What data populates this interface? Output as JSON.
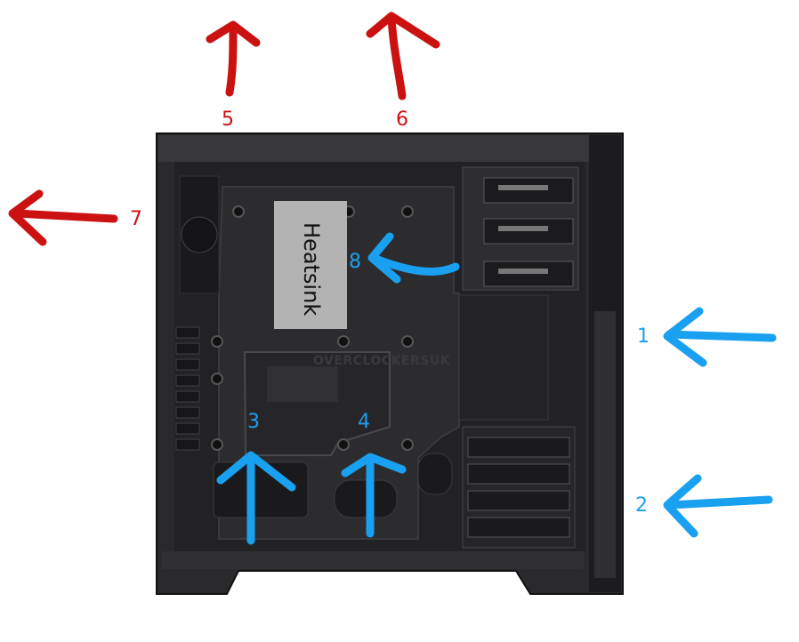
{
  "colors": {
    "intake": "#1aa0f0",
    "exhaust": "#cc1111",
    "case_body": "#2b2b2d",
    "case_interior": "#1f1f21",
    "heatsink_box": "#b3b3b3"
  },
  "heatsink_label": "Heatsink",
  "watermark": "OVERCLOCKERSUK",
  "intake_labels": [
    "1",
    "2",
    "3",
    "4",
    "8"
  ],
  "exhaust_labels": [
    "5",
    "6",
    "7"
  ]
}
